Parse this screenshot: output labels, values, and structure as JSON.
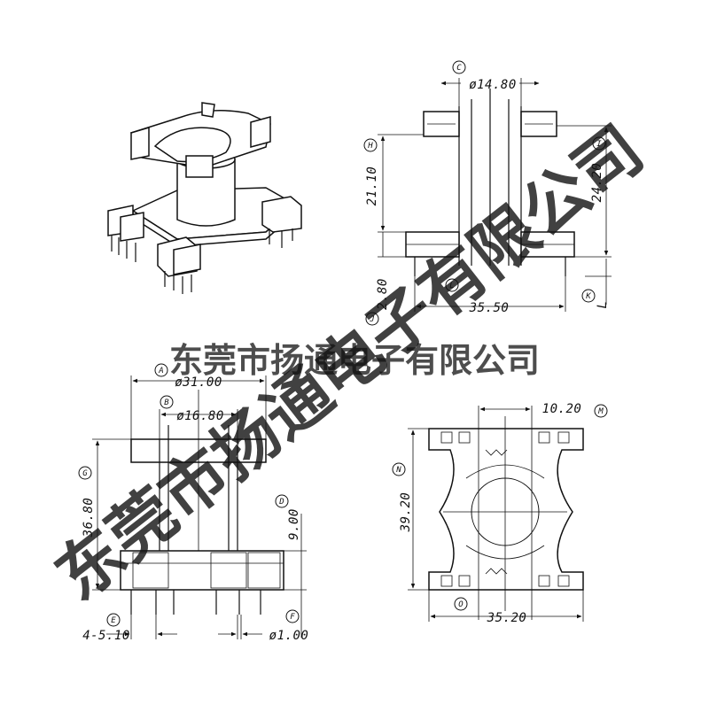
{
  "watermark": {
    "horizontal": "东莞市扬通电子有限公司",
    "diagonal": "东莞市扬通电子有限公司",
    "color": "#c8c8c8"
  },
  "top_right_view": {
    "dim_c_letter": "C",
    "dim_c_value": "ø14.80",
    "dim_h_letter": "H",
    "dim_h_value": "21.10",
    "dim_i_letter": "I",
    "dim_i_value": "24.20",
    "dim_l_letter": "L",
    "dim_width_value": "35.50",
    "dim_j_letter": "J",
    "dim_j_value": "2.80",
    "dim_k_letter": "K",
    "dim_k_value": "L"
  },
  "front_view": {
    "dim_a_letter": "A",
    "dim_a_value": "ø31.00",
    "dim_b_letter": "B",
    "dim_b_value": "ø16.80",
    "dim_g_letter": "G",
    "dim_g_value": "36.80",
    "dim_d_letter": "D",
    "dim_d_value": "9.00",
    "dim_e_letter": "E",
    "dim_e_value": "4-5.10",
    "dim_f_letter": "F",
    "dim_f_value": "ø1.00"
  },
  "bottom_view": {
    "dim_m_letter": "M",
    "dim_m_value": "10.20",
    "dim_n_letter": "N",
    "dim_n_value": "39.20",
    "dim_o_letter": "O",
    "dim_o_value": "35.20"
  }
}
